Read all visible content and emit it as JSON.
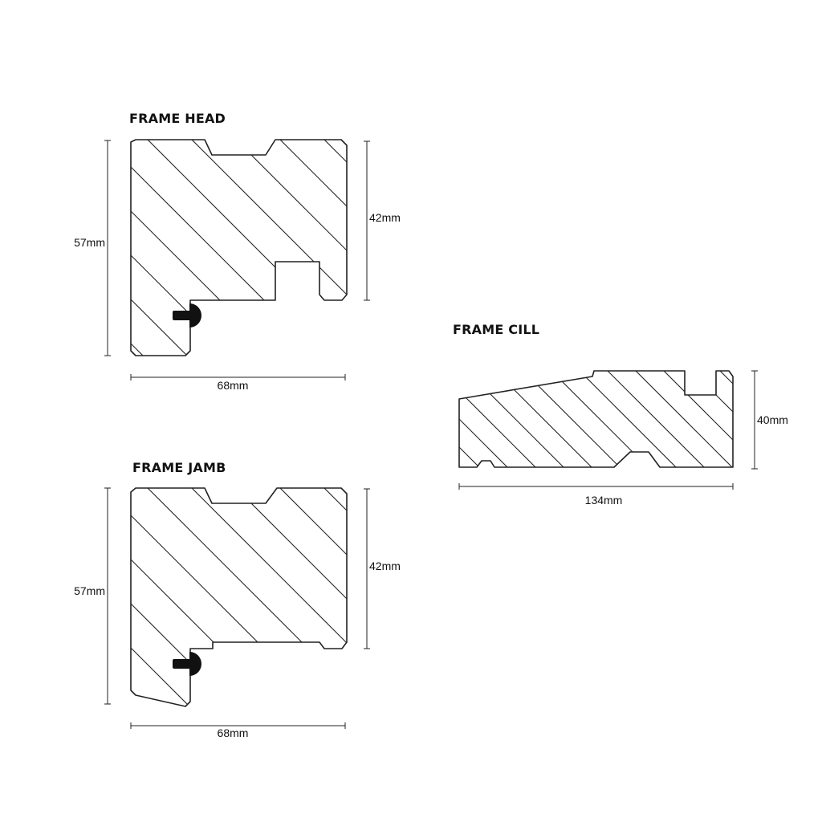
{
  "sections": {
    "head": {
      "title": "FRAME HEAD",
      "height": "57mm",
      "rebate": "42mm",
      "width": "68mm"
    },
    "jamb": {
      "title": "FRAME JAMB",
      "height": "57mm",
      "rebate": "42mm",
      "width": "68mm"
    },
    "cill": {
      "title": "FRAME CILL",
      "height": "40mm",
      "width": "134mm"
    }
  },
  "colors": {
    "line": "#222222",
    "seal": "#111111",
    "background": "#ffffff"
  }
}
